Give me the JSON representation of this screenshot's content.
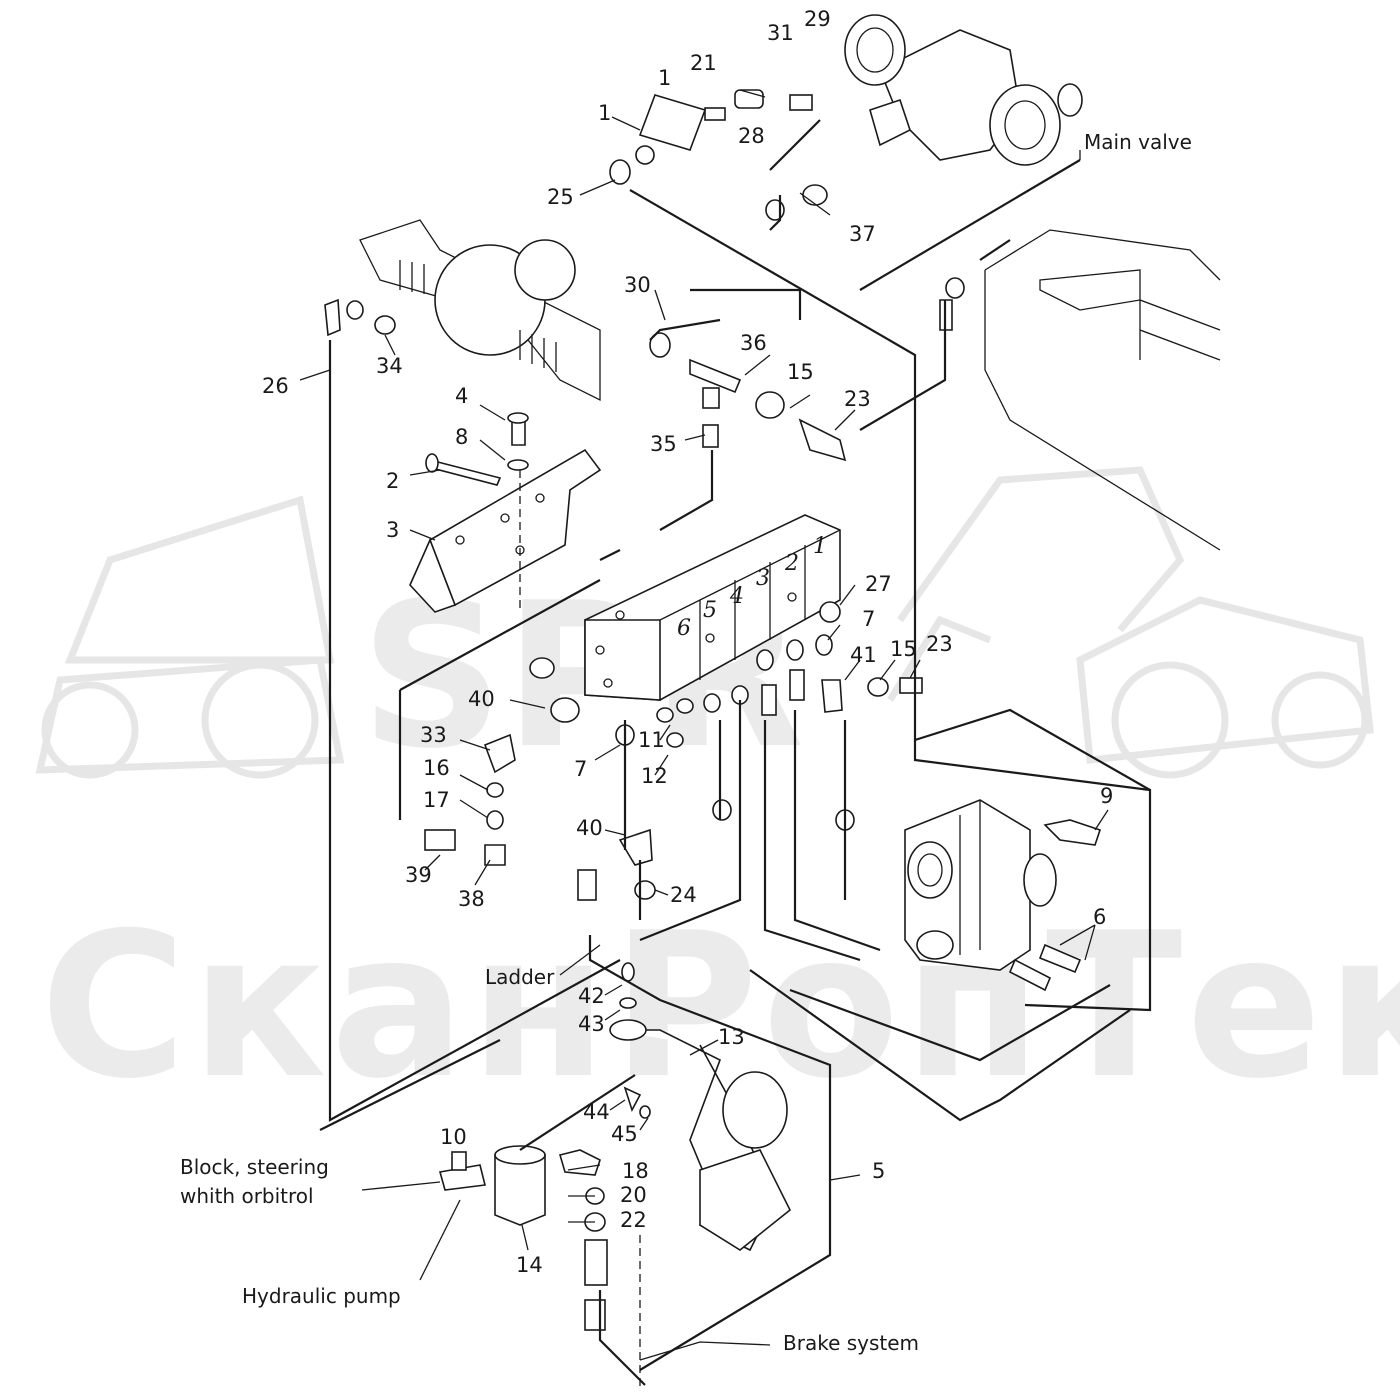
{
  "watermark": {
    "top_letters": "SPR",
    "bottom_word": "СканРопТек"
  },
  "labels": {
    "main_valve": "Main valve",
    "ladder": "Ladder",
    "block_steering_1": "Block, steering",
    "block_steering_2": "whith orbitrol",
    "hydraulic_pump": "Hydraulic pump",
    "brake_system": "Brake system"
  },
  "valve_section_numbers": [
    "1",
    "2",
    "3",
    "4",
    "5",
    "6"
  ],
  "part_numbers": {
    "p29": "29",
    "p31": "31",
    "p21": "21",
    "p1a": "1",
    "p1b": "1",
    "p28": "28",
    "p25": "25",
    "p37": "37",
    "p30": "30",
    "p36": "36",
    "p15a": "15",
    "p23a": "23",
    "p35": "35",
    "p26": "26",
    "p34": "34",
    "p4": "4",
    "p8": "8",
    "p2": "2",
    "p3": "3",
    "p27": "27",
    "p7a": "7",
    "p41": "41",
    "p15b": "15",
    "p23b": "23",
    "p40a": "40",
    "p33": "33",
    "p16": "16",
    "p17": "17",
    "p39": "39",
    "p38": "38",
    "p11": "11",
    "p12": "12",
    "p7b": "7",
    "p40b": "40",
    "p24": "24",
    "p9": "9",
    "p6": "6",
    "p42": "42",
    "p43": "43",
    "p13": "13",
    "p44": "44",
    "p45": "45",
    "p10": "10",
    "p18": "18",
    "p20": "20",
    "p22": "22",
    "p14": "14",
    "p5": "5"
  }
}
